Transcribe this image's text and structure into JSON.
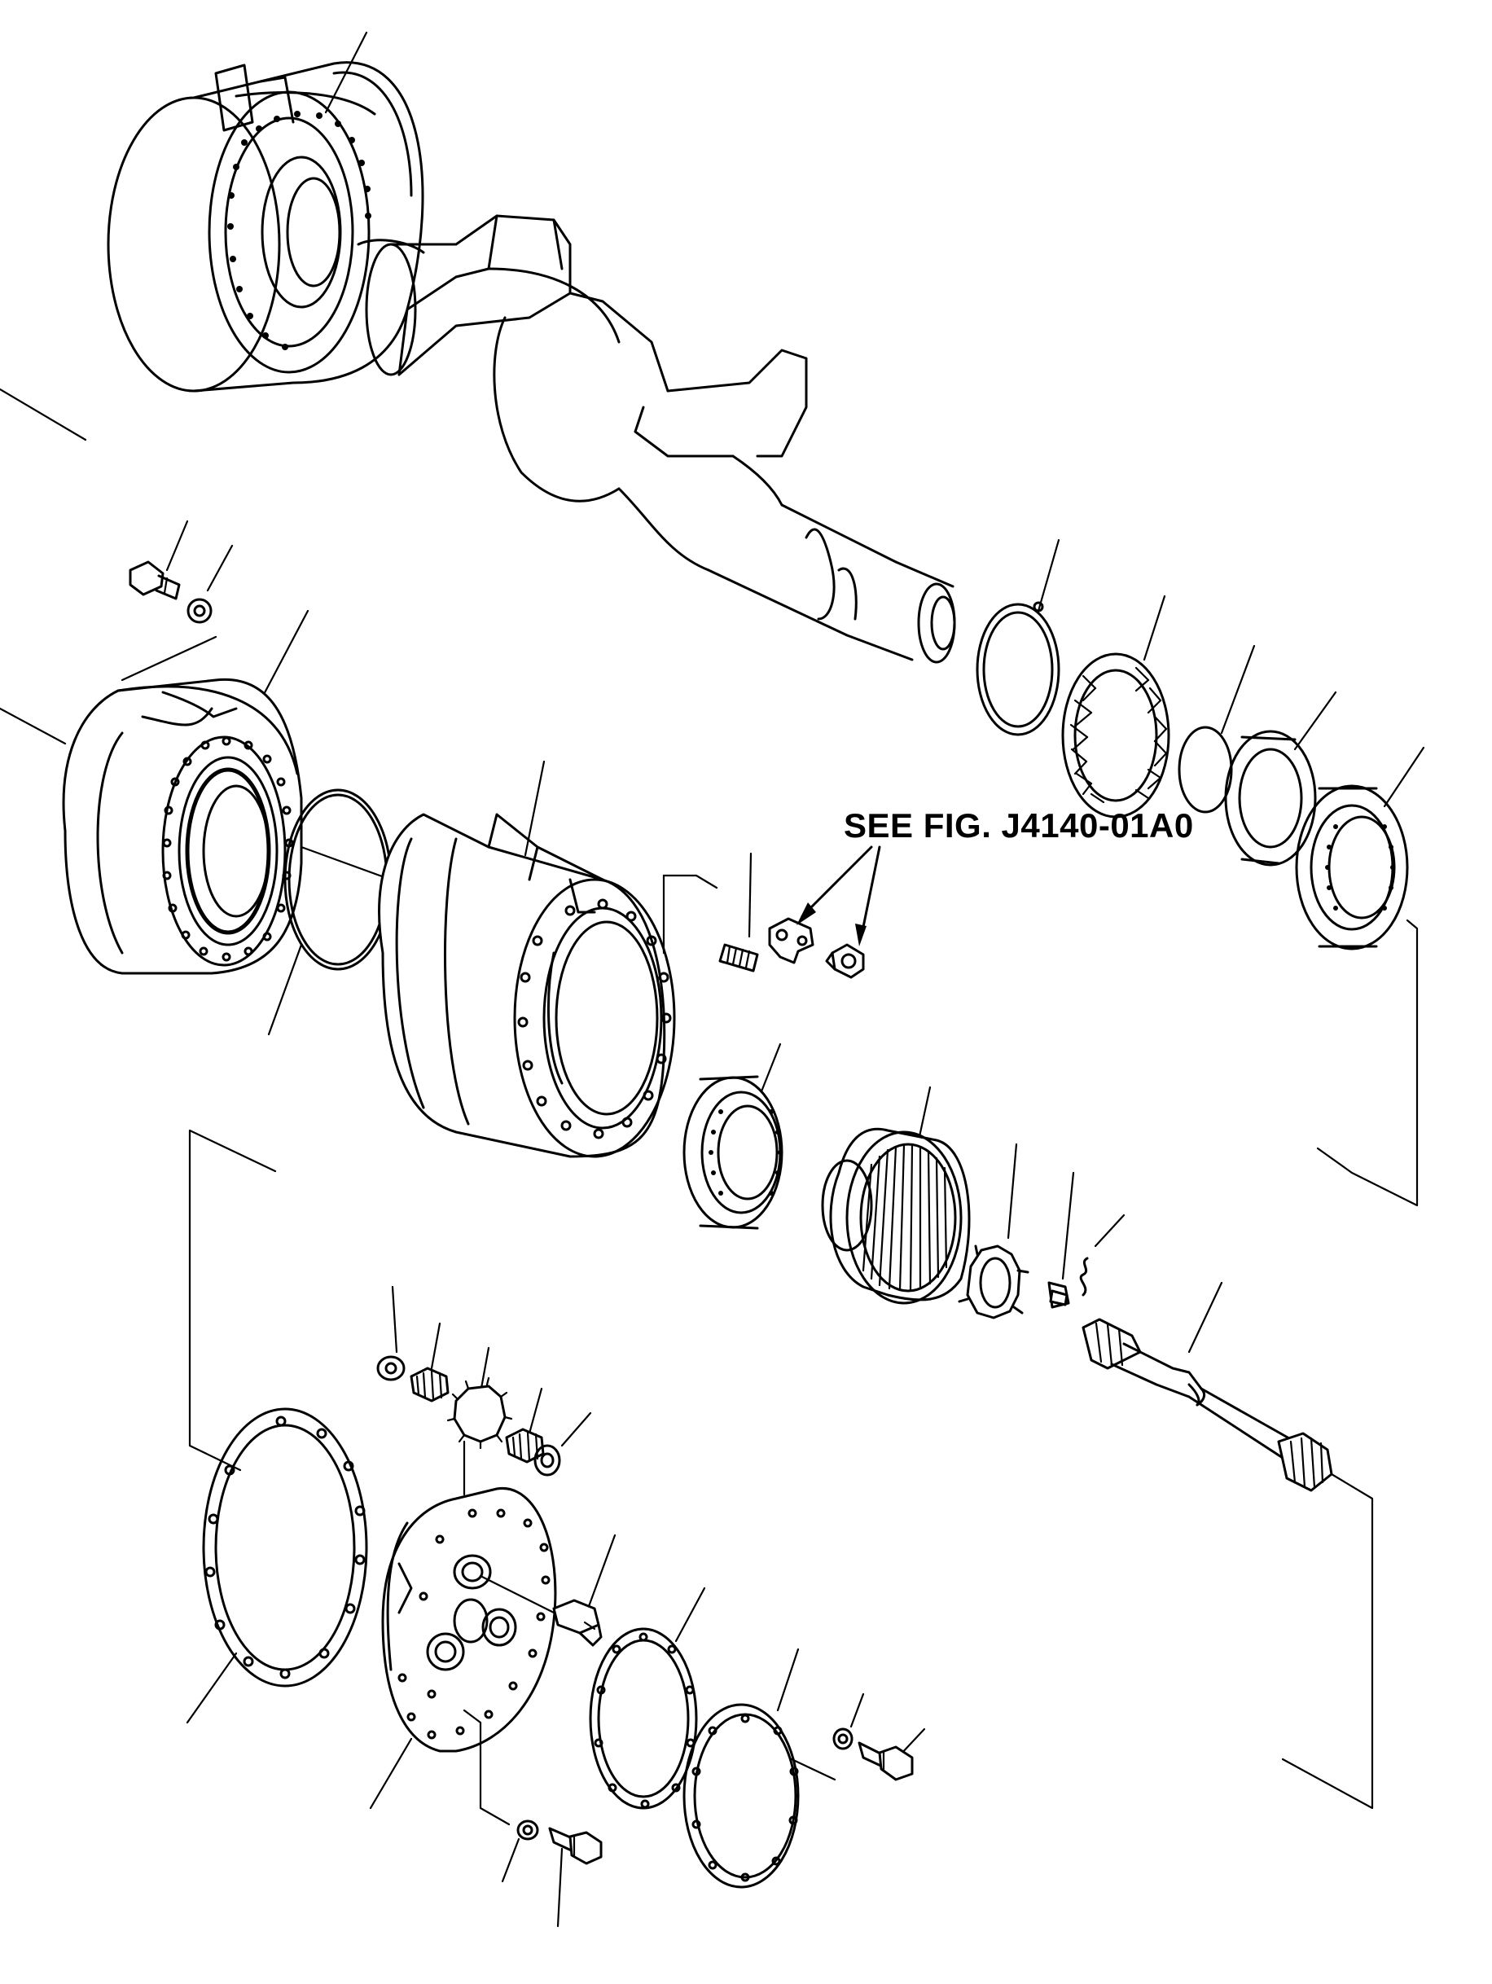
{
  "reference_note": "SEE FIG. J4140-01A0",
  "colors": {
    "line": "#000000",
    "background": "#ffffff"
  },
  "parts": [
    "brake-housing-top",
    "axle-housing",
    "snap-ring",
    "oil-seal",
    "o-ring-small",
    "retainer-ring",
    "roller-bearing-outer",
    "bolt-upper",
    "washer-upper",
    "brake-housing",
    "o-ring-large",
    "wheel-hub",
    "stud",
    "lock-plate",
    "nut",
    "bearing-inner",
    "ring-gear",
    "lock-nut",
    "set-bolt",
    "pin",
    "drive-shaft",
    "washer-small-a",
    "needle-bearing-a",
    "planet-gear",
    "needle-bearing-b",
    "washer-small-b",
    "gasket-large",
    "carrier",
    "shaft",
    "gasket-cover",
    "cover",
    "washer-cover",
    "bolt-cover",
    "washer-carrier",
    "bolt-carrier"
  ]
}
